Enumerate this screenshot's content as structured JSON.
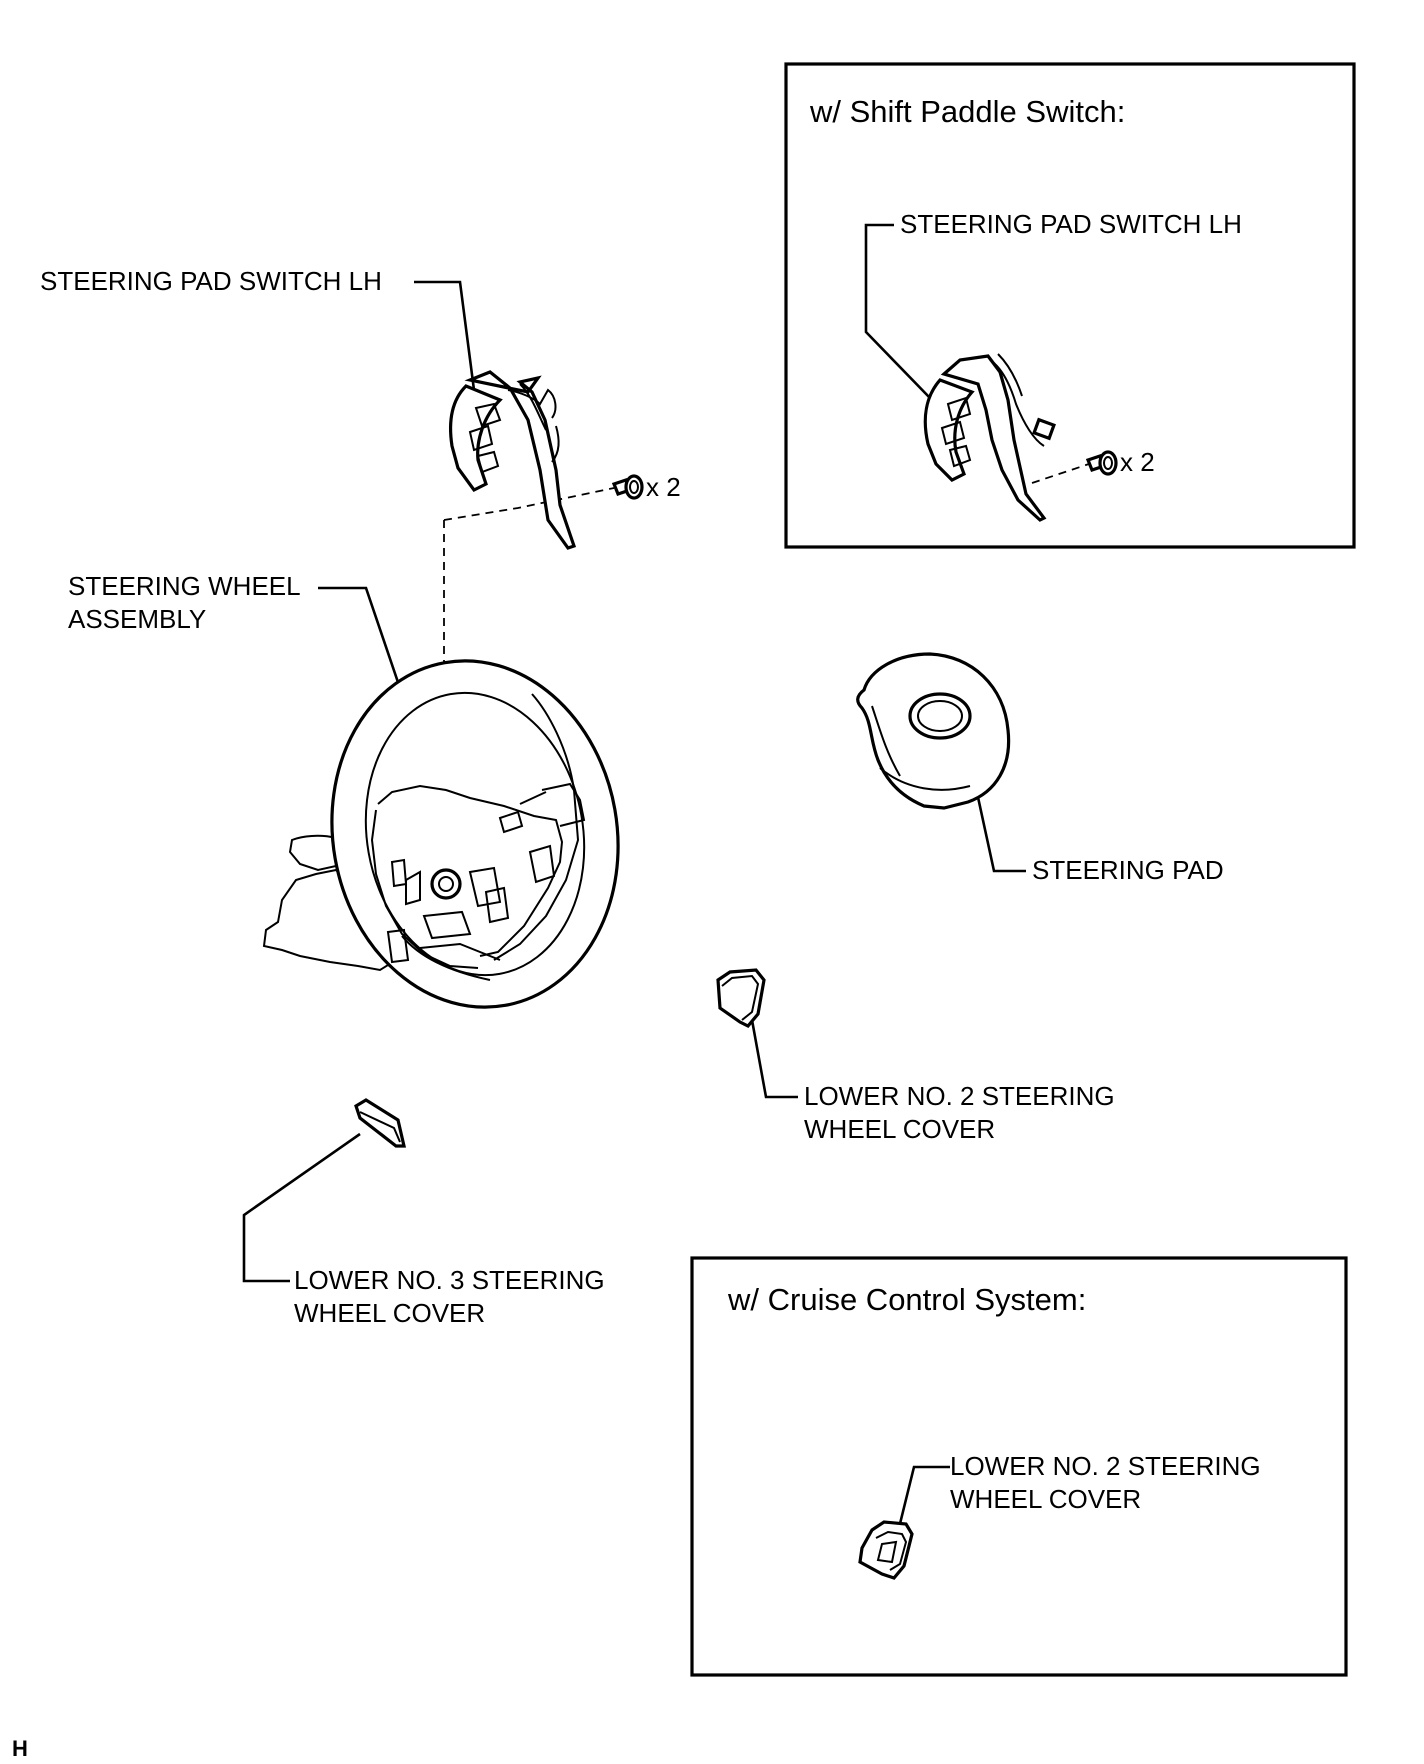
{
  "boxes": {
    "shift_paddle": {
      "title": "w/ Shift Paddle Switch:",
      "part_label": "STEERING PAD SWITCH LH",
      "bolt_qty": "x 2"
    },
    "cruise_control": {
      "title": "w/ Cruise Control System:",
      "part_label_line1": "LOWER NO. 2 STEERING",
      "part_label_line2": "WHEEL COVER"
    }
  },
  "parts": {
    "pad_switch_lh": "STEERING PAD SWITCH LH",
    "bolt_qty": "x 2",
    "wheel_assembly_line1": "STEERING WHEEL",
    "wheel_assembly_line2": "ASSEMBLY",
    "steering_pad": "STEERING PAD",
    "lower_no2_line1": "LOWER NO. 2 STEERING",
    "lower_no2_line2": "WHEEL COVER",
    "lower_no3_line1": "LOWER NO. 3 STEERING",
    "lower_no3_line2": "WHEEL COVER"
  },
  "corner_mark": "H"
}
